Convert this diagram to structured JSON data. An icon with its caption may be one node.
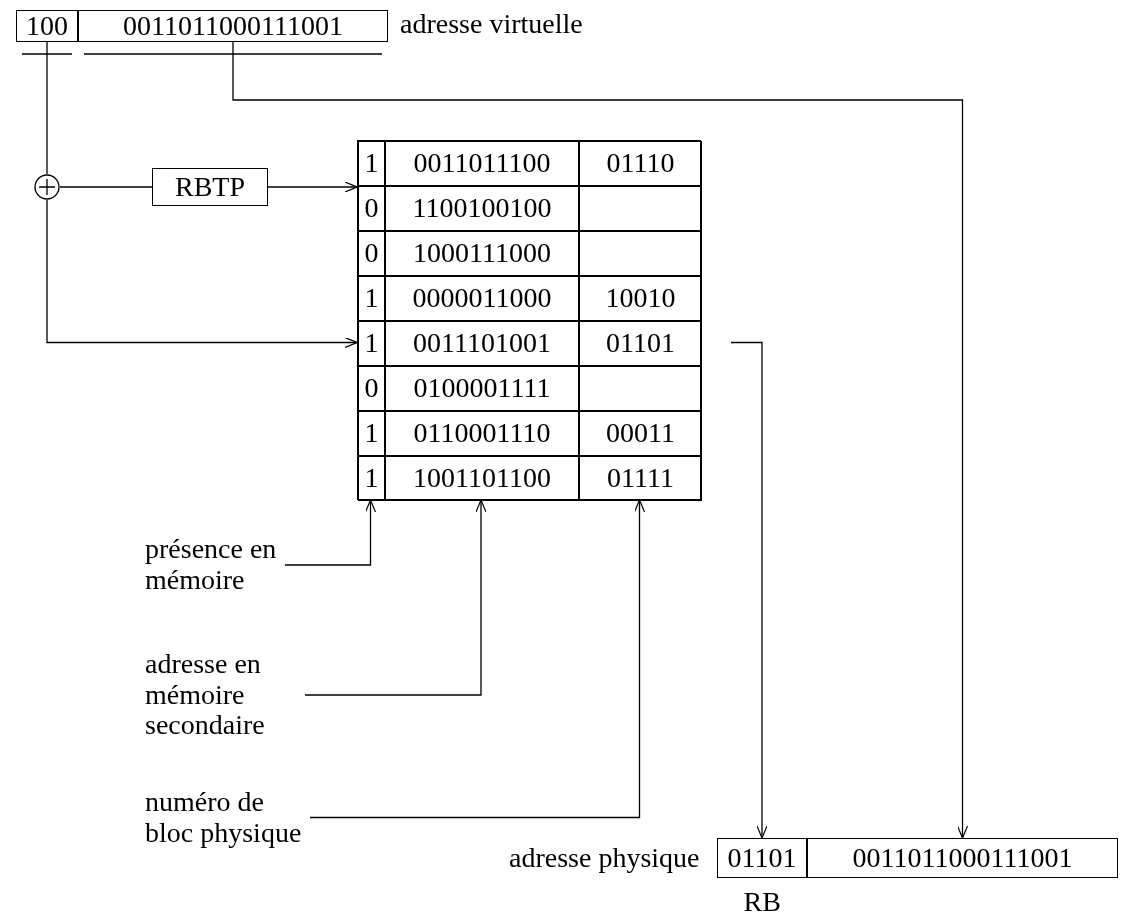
{
  "diagram": {
    "nodes": [
      {
        "text": [
          "100"
        ]
      },
      {
        "text": [
          "0011011000111001"
        ]
      },
      {
        "text": [],
        "shape": "circle"
      },
      {
        "text": [
          "RBTP"
        ]
      },
      {
        "text": [],
        "shape": "box"
      },
      {
        "text": [
          "1"
        ],
        "in": 4
      },
      {
        "text": [
          "0011011100"
        ],
        "in": 4
      },
      {
        "text": [
          "01110"
        ],
        "in": 4
      },
      {
        "text": [
          "0"
        ],
        "in": 4
      },
      {
        "text": [
          "1100100100"
        ],
        "in": 4
      },
      {
        "text": [],
        "shape": "box",
        "in": 4
      },
      {
        "text": [
          "0"
        ],
        "in": 4
      },
      {
        "text": [
          "1000111000"
        ],
        "in": 4
      },
      {
        "text": [],
        "shape": "box",
        "in": 4
      },
      {
        "text": [
          "1"
        ],
        "in": 4
      },
      {
        "text": [
          "0000011000"
        ],
        "in": 4
      },
      {
        "text": [
          "10010"
        ],
        "in": 4
      },
      {
        "text": [
          "1"
        ],
        "in": 4
      },
      {
        "text": [
          "0011101001"
        ],
        "in": 4
      },
      {
        "text": [
          "01101"
        ],
        "in": 4
      },
      {
        "text": [
          "0"
        ],
        "in": 4
      },
      {
        "text": [
          "0100001111"
        ],
        "in": 4
      },
      {
        "text": [],
        "shape": "box",
        "in": 4
      },
      {
        "text": [
          "1"
        ],
        "in": 4
      },
      {
        "text": [
          "0110001110"
        ],
        "in": 4
      },
      {
        "text": [
          "00011"
        ],
        "in": 4
      },
      {
        "text": [
          "1"
        ],
        "in": 4
      },
      {
        "text": [
          "1001101100"
        ],
        "in": 4
      },
      {
        "text": [
          "01111"
        ],
        "in": 4
      },
      {
        "text": [
          "présence en mémoire"
        ]
      },
      {
        "text": [
          "adresse en mémoire secondaire"
        ]
      },
      {
        "text": [
          "numéro de bloc physique"
        ]
      },
      {
        "text": [
          "01101"
        ],
        "beside": [
          "RB"
        ]
      },
      {
        "text": [
          "0011011000111001"
        ]
      }
    ],
    "edges": [
      {
        "from": 0,
        "to": 2,
        "arrow": "none"
      },
      {
        "from": 2,
        "to": 3,
        "arrow": "none"
      },
      {
        "from": 3,
        "to": 5,
        "arrow": "to"
      },
      {
        "from": 2,
        "to": 17,
        "arrow": "to"
      },
      {
        "from": 29,
        "to": 26,
        "arrow": "to"
      },
      {
        "from": 30,
        "to": 27,
        "arrow": "to"
      },
      {
        "from": 31,
        "to": 28,
        "arrow": "to"
      },
      {
        "from": 19,
        "to": 32,
        "arrow": "to"
      },
      {
        "from": 1,
        "to": 33,
        "arrow": "to"
      }
    ],
    "labels": [
      "adresse virtuelle",
      "adresse physique"
    ]
  }
}
